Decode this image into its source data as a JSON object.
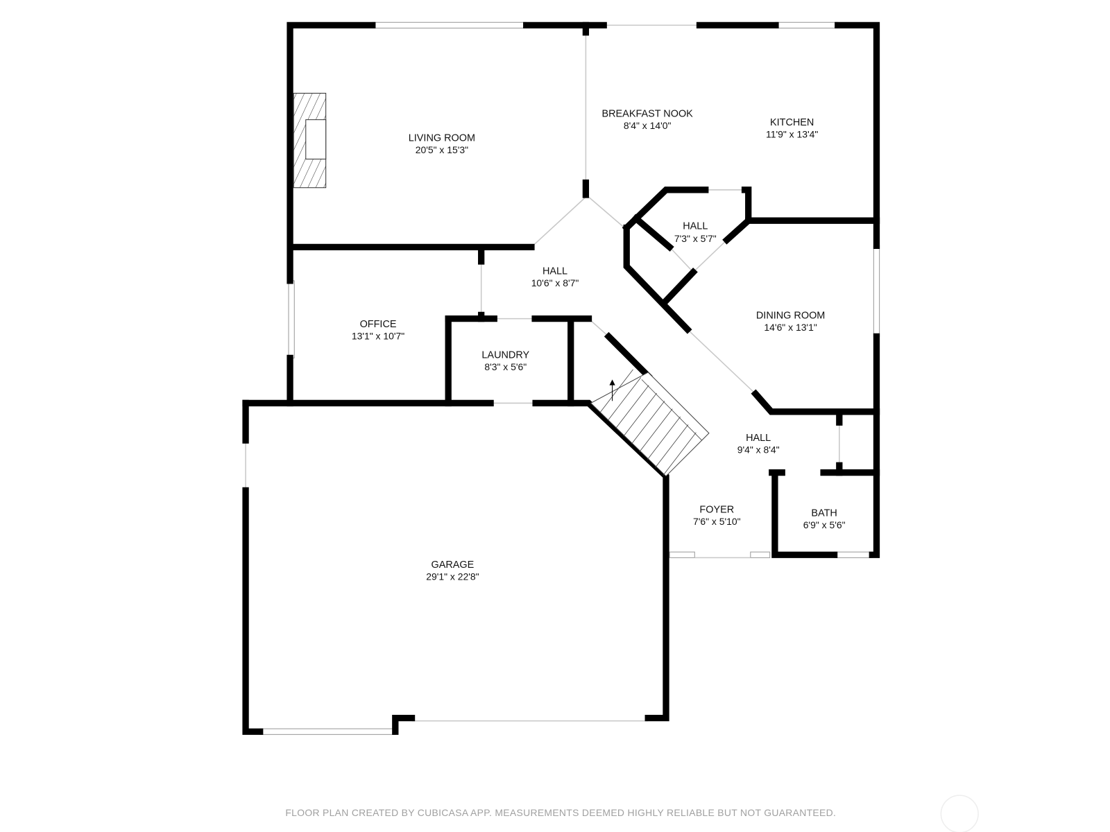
{
  "rooms": {
    "living": {
      "name": "LIVING ROOM",
      "dims": "20'5\" x 15'3\""
    },
    "nook": {
      "name": "BREAKFAST NOOK",
      "dims": "8'4\" x 14'0\""
    },
    "kitchen": {
      "name": "KITCHEN",
      "dims": "11'9\" x 13'4\""
    },
    "hall_small": {
      "name": "HALL",
      "dims": "7'3\" x 5'7\""
    },
    "hall_main": {
      "name": "HALL",
      "dims": "10'6\" x 8'7\""
    },
    "dining": {
      "name": "DINING ROOM",
      "dims": "14'6\" x 13'1\""
    },
    "office": {
      "name": "OFFICE",
      "dims": "13'1\" x 10'7\""
    },
    "laundry": {
      "name": "LAUNDRY",
      "dims": "8'3\" x 5'6\""
    },
    "hall_lower": {
      "name": "HALL",
      "dims": "9'4\" x 8'4\""
    },
    "foyer": {
      "name": "FOYER",
      "dims": "7'6\" x 5'10\""
    },
    "bath": {
      "name": "BATH",
      "dims": "6'9\" x 5'6\""
    },
    "garage": {
      "name": "GARAGE",
      "dims": "29'1\" x 22'8\""
    }
  },
  "footer": {
    "disclaimer": "FLOOR PLAN CREATED BY CUBICASA APP. MEASUREMENTS DEEMED HIGHLY RELIABLE BUT NOT GUARANTEED."
  },
  "colors": {
    "wall": "#000000",
    "footer_text": "#a0a0a0"
  }
}
